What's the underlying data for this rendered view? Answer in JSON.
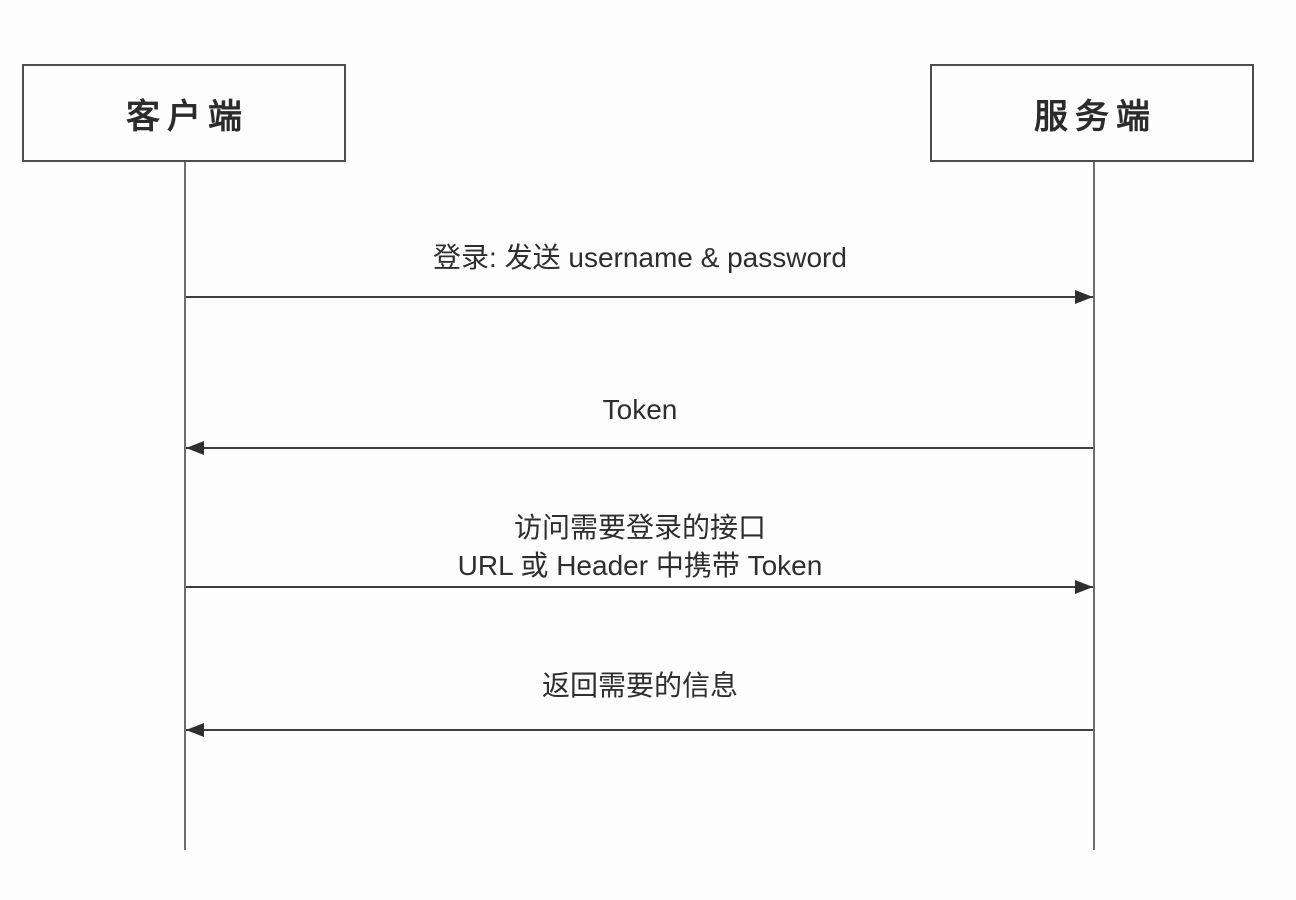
{
  "diagram": {
    "type": "sequence-diagram",
    "topic": "Token authentication flow between client and server",
    "colors": {
      "background": "#fdfdfd",
      "line": "#3f3f3f",
      "box_border": "#4d4d4d",
      "text": "#2d2d2d"
    },
    "actors": [
      {
        "id": "client",
        "label": "客户端"
      },
      {
        "id": "server",
        "label": "服务端"
      }
    ],
    "messages": [
      {
        "from": "client",
        "to": "server",
        "direction": "right",
        "label": "登录: 发送 username & password"
      },
      {
        "from": "server",
        "to": "client",
        "direction": "left",
        "label": "Token"
      },
      {
        "from": "client",
        "to": "server",
        "direction": "right",
        "label": "访问需要登录的接口",
        "label_line2": "URL 或 Header 中携带 Token"
      },
      {
        "from": "server",
        "to": "client",
        "direction": "left",
        "label": "返回需要的信息"
      }
    ]
  }
}
